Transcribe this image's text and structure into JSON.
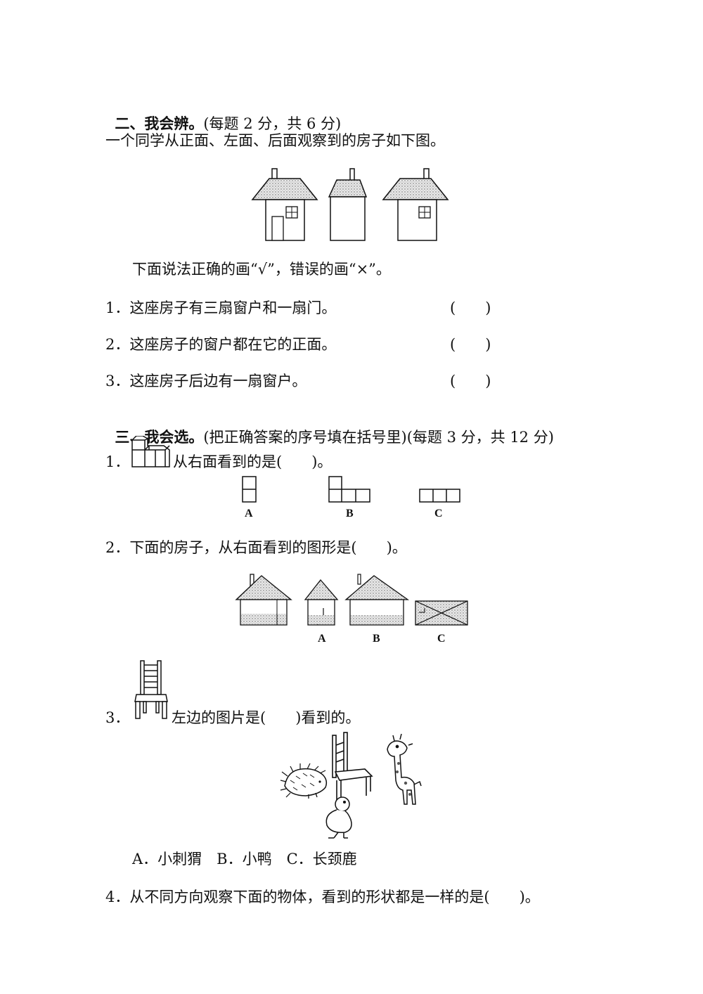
{
  "section2": {
    "title": "二、我会辨。",
    "score": "(每题 2 分，共 6 分)",
    "intro": "一个同学从正面、左面、后面观察到的房子如下图。",
    "instruction": "下面说法正确的画“√”，错误的画“×”。",
    "items": [
      {
        "num": "1．",
        "text": "这座房子有三扇窗户和一扇门。",
        "answer": "(　　)"
      },
      {
        "num": "2．",
        "text": "这座房子的窗户都在它的正面。",
        "answer": "(　　)"
      },
      {
        "num": "3．",
        "text": "这座房子后边有一扇窗户。",
        "answer": "(　　)"
      }
    ]
  },
  "section3": {
    "title": "三、我会选。",
    "score": "(把正确答案的序号填在括号里)(每题 3 分，共 12 分)",
    "q1": {
      "num": "1．",
      "text": "从右面看到的是(　　)。",
      "options": [
        "A",
        "B",
        "C"
      ]
    },
    "q2": {
      "num": "2．",
      "text": "下面的房子，从右面看到的图形是(　　)。",
      "options": [
        "A",
        "B",
        "C"
      ]
    },
    "q3": {
      "num": "3．",
      "text": "左边的图片是(　　)看到的。",
      "choices": "A．小刺猬　B．小鸭　C．长颈鹿"
    },
    "q4": {
      "num": "4．",
      "text": "从不同方向观察下面的物体，看到的形状都是一样的是(　　)。"
    }
  }
}
